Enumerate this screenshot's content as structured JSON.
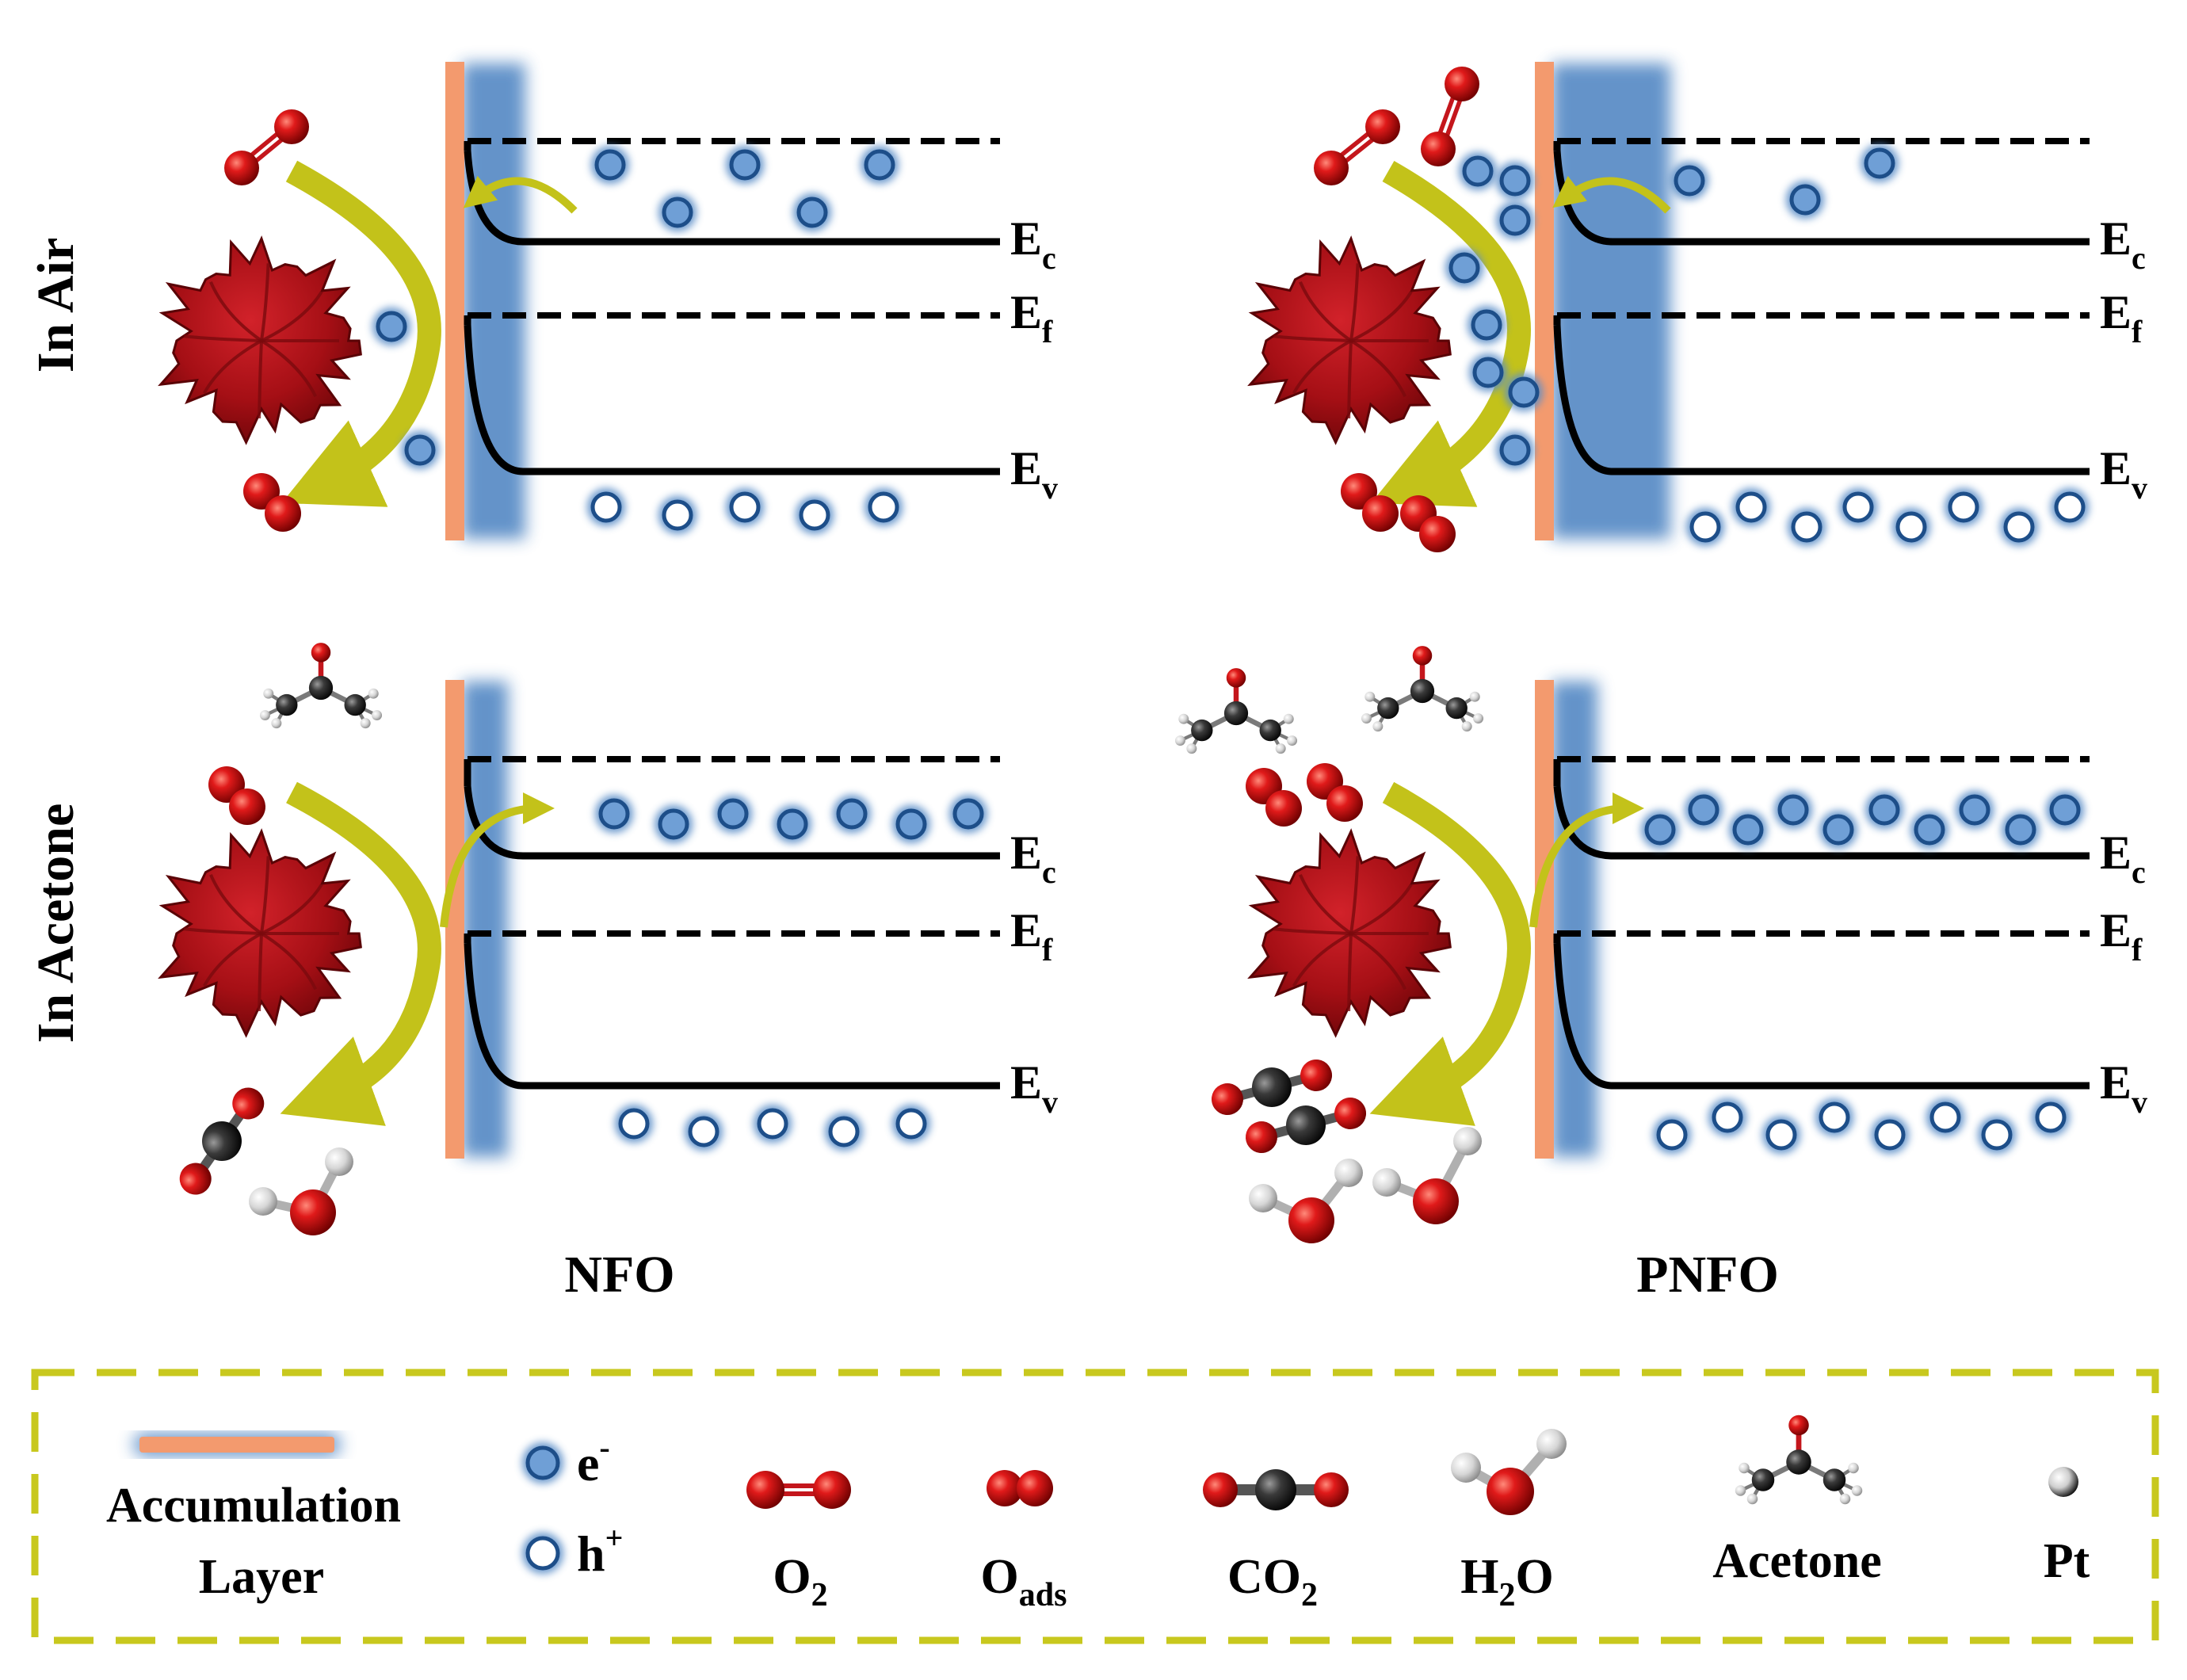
{
  "rows": [
    {
      "label": "In Air"
    },
    {
      "label": "In Acetone"
    }
  ],
  "columns": [
    {
      "label": "NFO"
    },
    {
      "label": "PNFO"
    }
  ],
  "band_labels": {
    "ec": {
      "main": "E",
      "sub": "c"
    },
    "ef": {
      "main": "E",
      "sub": "f"
    },
    "ev": {
      "main": "E",
      "sub": "v"
    }
  },
  "legend": {
    "accumulation_line1": "Accumulation",
    "accumulation_line2": "Layer",
    "electron": {
      "main": "e",
      "sup": "-"
    },
    "hole": {
      "main": "h",
      "sup": "+"
    },
    "o2": {
      "main": "O",
      "sub": "2"
    },
    "oads": {
      "main": "O",
      "sub": "ads"
    },
    "co2": {
      "main": "CO",
      "sub": "2"
    },
    "h2o": {
      "main": "H",
      "sub": "2",
      "tail": "O"
    },
    "acetone": "Acetone",
    "pt": "Pt"
  },
  "colors": {
    "accumulation_layer": "#f39a6e",
    "depletion_glow": "#5b8ec7",
    "arrow": "#c3c21a",
    "legend_border": "#c8c81e",
    "oxygen": "#c4161c",
    "carbon": "#333333",
    "hydrogen": "#c8c8c8",
    "particle_ring": "#1d4e89"
  },
  "icons": [
    "flower-icon",
    "o2-molecule-icon",
    "co2-molecule-icon",
    "h2o-molecule-icon",
    "acetone-molecule-icon",
    "pt-atom-icon"
  ]
}
